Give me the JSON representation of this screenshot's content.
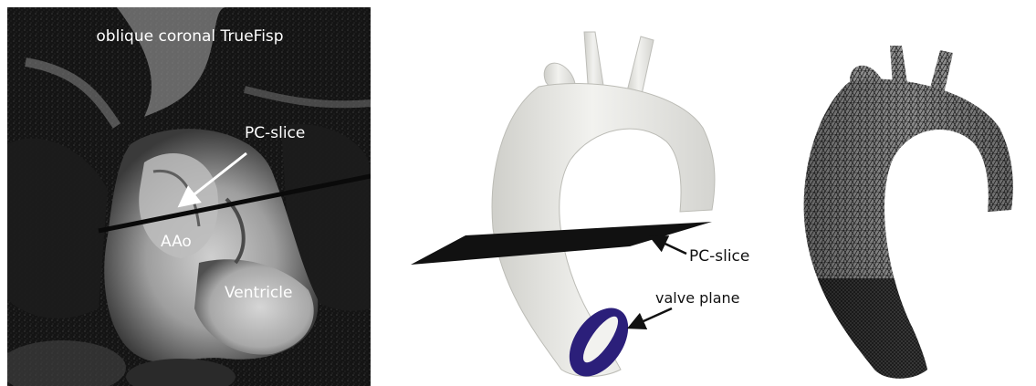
{
  "mri_panel": {
    "title": "oblique coronal TrueFisp",
    "labels": {
      "pc_slice": "PC-slice",
      "aao": "AAo",
      "ventricle": "Ventricle"
    }
  },
  "geometry_panel": {
    "labels": {
      "pc_slice": "PC-slice",
      "valve_plane": "valve plane"
    },
    "colors": {
      "vessel": "#e9e9e6",
      "slice": "#111111",
      "valve": "#2b1f7a"
    }
  },
  "mesh_panel": {
    "colors": {
      "mesh_fill": "#7a7a7a",
      "mesh_lines": "#1a1a1a"
    }
  }
}
